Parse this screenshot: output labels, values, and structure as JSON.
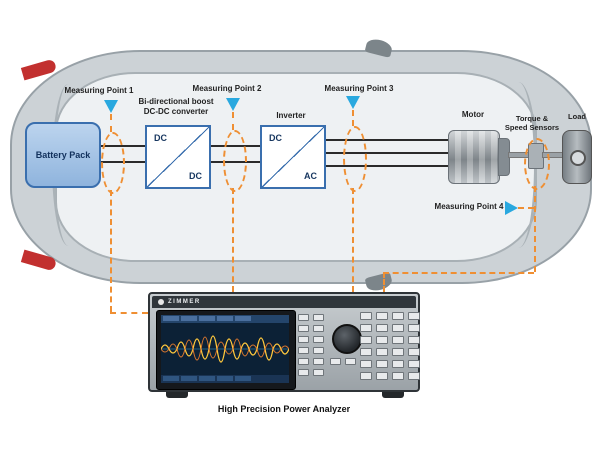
{
  "diagram": {
    "battery": {
      "label": "Battery Pack"
    },
    "converter": {
      "label_line1": "Bi-directional boost",
      "label_line2": "DC-DC converter",
      "port_top": "DC",
      "port_bottom": "DC"
    },
    "inverter": {
      "label": "Inverter",
      "port_top": "DC",
      "port_bottom": "AC"
    },
    "motor": {
      "label": "Motor"
    },
    "sensors": {
      "label_line1": "Torque &",
      "label_line2": "Speed Sensors"
    },
    "load": {
      "label": "Load"
    },
    "measuring_points": [
      "Measuring Point 1",
      "Measuring Point 2",
      "Measuring Point 3",
      "Measuring Point 4"
    ]
  },
  "analyzer": {
    "brand": "ZIMMER",
    "caption": "High Precision Power Analyzer"
  },
  "colors": {
    "dashed_accent": "#ef8f33",
    "marker_blue": "#29a8df",
    "box_border_blue": "#3a6fae",
    "battery_fill": "#a9c7e8",
    "car_body": "#ccd2d6",
    "waveform_yellow": "#ffc83d",
    "waveform_orange": "#f07f2d"
  }
}
